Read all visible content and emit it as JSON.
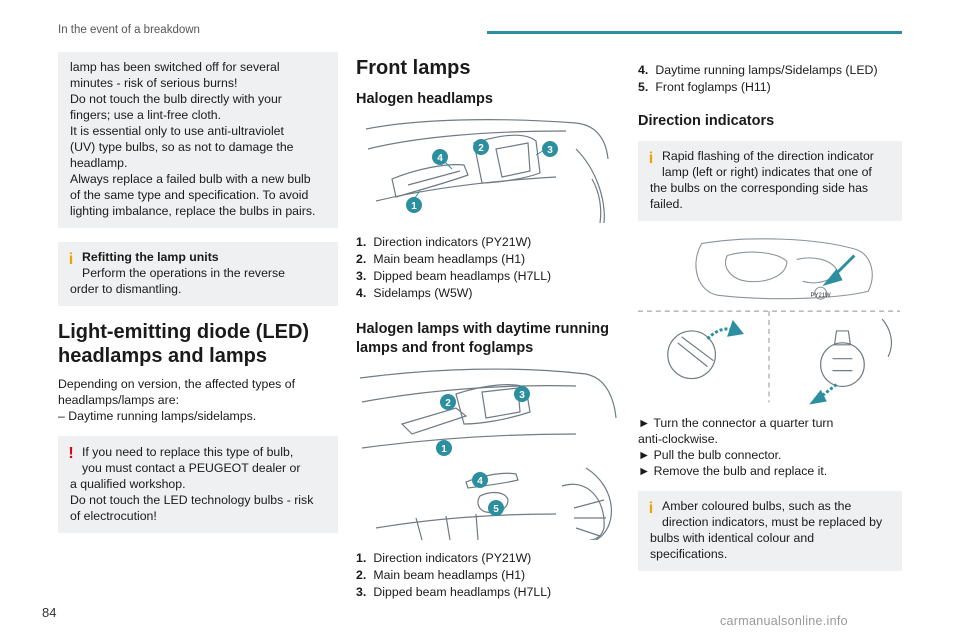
{
  "header": {
    "section_title": "In the event of a breakdown",
    "accent": "#2b8fa0"
  },
  "page_number": "84",
  "watermark": "carmanualsonline.info",
  "col1": {
    "note1": [
      "lamp has been switched off for several",
      "minutes - risk of serious burns!",
      "Do not touch the bulb directly with your",
      "fingers; use a lint-free cloth.",
      "It is essential only to use anti-ultraviolet",
      "(UV) type bulbs, so as not to damage the",
      "headlamp.",
      "Always replace a failed bulb with a new bulb",
      "of the same type and specification. To avoid",
      "lighting imbalance, replace the bulbs in pairs."
    ],
    "note2_title": "Refitting the lamp units",
    "note2_line1": "Perform the operations in the reverse",
    "note2_line2": "order to dismantling.",
    "heading_line1": "Light-emitting diode (LED)",
    "heading_line2": "headlamps and lamps",
    "intro_line1": "Depending on version, the affected types of",
    "intro_line2": "headlamps/lamps are:",
    "intro_line3": "– Daytime running lamps/sidelamps.",
    "warn_line1": "If you need to replace this type of bulb,",
    "warn_line2": "you must contact a PEUGEOT dealer or",
    "warn_line3": "a qualified workshop.",
    "warn_line4": "Do not touch the LED technology bulbs - risk",
    "warn_line5": "of electrocution!"
  },
  "col2": {
    "heading": "Front lamps",
    "sub1": "Halogen headlamps",
    "list1": [
      {
        "n": "1.",
        "t": "Direction indicators (PY21W)"
      },
      {
        "n": "2.",
        "t": "Main beam headlamps (H1)"
      },
      {
        "n": "3.",
        "t": "Dipped beam headlamps (H7LL)"
      },
      {
        "n": "4.",
        "t": "Sidelamps (W5W)"
      }
    ],
    "sub2_line1": "Halogen lamps with daytime running",
    "sub2_line2": "lamps and front foglamps",
    "list2": [
      {
        "n": "1.",
        "t": "Direction indicators (PY21W)"
      },
      {
        "n": "2.",
        "t": "Main beam headlamps (H1)"
      },
      {
        "n": "3.",
        "t": "Dipped beam headlamps (H7LL)"
      }
    ],
    "callout": [
      "1",
      "2",
      "3",
      "4",
      "5"
    ]
  },
  "col3": {
    "list": [
      {
        "n": "4.",
        "t": "Daytime running lamps/Sidelamps (LED)"
      },
      {
        "n": "5.",
        "t": "Front foglamps (H11)"
      }
    ],
    "sub": "Direction indicators",
    "info1_line1": "Rapid flashing of the direction indicator",
    "info1_line2": "lamp (left or right) indicates that one of",
    "info1_line3": "the bulbs on the corresponding side has",
    "info1_line4": "failed.",
    "steps": [
      "► Turn the connector a quarter turn",
      "anti-clockwise.",
      "► Pull the bulb connector.",
      "► Remove the bulb and replace it."
    ],
    "info2_line1": "Amber coloured bulbs, such as the",
    "info2_line2": "direction indicators, must be replaced by",
    "info2_line3": "bulbs with identical colour and specifications.",
    "diagram_label": "PY21W"
  }
}
